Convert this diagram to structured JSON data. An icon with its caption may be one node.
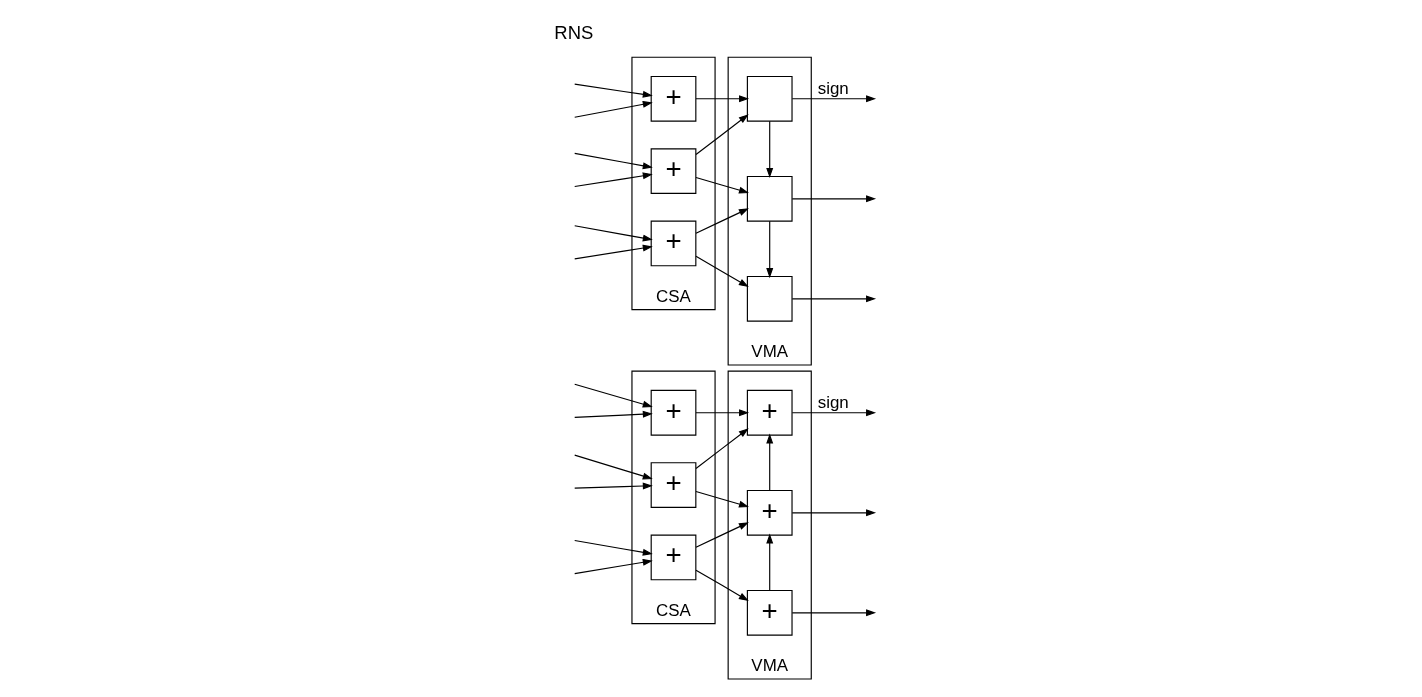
{
  "diagram": {
    "nodes": [
      {
        "text": [
          "CSA"
        ]
      },
      {
        "text": [
          "VMA"
        ]
      },
      {
        "text": [
          "+"
        ],
        "in": 0
      },
      {
        "text": [
          "+"
        ],
        "in": 0
      },
      {
        "text": [
          "+"
        ],
        "in": 0
      },
      {
        "text": [
          "+"
        ],
        "in": 1
      },
      {
        "text": [
          "+"
        ],
        "in": 1
      },
      {
        "text": [
          "+"
        ],
        "in": 1
      },
      {
        "text": [
          "CSA"
        ]
      },
      {
        "text": [
          "VMA"
        ]
      },
      {
        "text": [
          "+"
        ],
        "in": 8
      },
      {
        "text": [
          "+"
        ],
        "in": 8
      },
      {
        "text": [
          "+"
        ],
        "in": 8
      },
      {
        "text": [],
        "shape": "box",
        "in": 9
      },
      {
        "text": [],
        "shape": "box",
        "in": 9
      },
      {
        "text": [],
        "shape": "box",
        "in": 9
      }
    ],
    "edges": [
      {
        "from": null,
        "to": 2,
        "arrow": "to"
      },
      {
        "from": null,
        "to": 2,
        "arrow": "to"
      },
      {
        "from": null,
        "to": 3,
        "arrow": "to"
      },
      {
        "from": null,
        "to": 3,
        "arrow": "to"
      },
      {
        "from": null,
        "to": 4,
        "arrow": "to"
      },
      {
        "from": null,
        "to": 4,
        "arrow": "to"
      },
      {
        "from": 2,
        "to": 5,
        "arrow": "to"
      },
      {
        "from": 3,
        "to": 5,
        "arrow": "to"
      },
      {
        "from": 3,
        "to": 6,
        "arrow": "to"
      },
      {
        "from": 4,
        "to": 6,
        "arrow": "to"
      },
      {
        "from": 4,
        "to": 7,
        "arrow": "to"
      },
      {
        "from": 6,
        "to": 5,
        "arrow": "to"
      },
      {
        "from": 7,
        "to": 6,
        "arrow": "to"
      },
      {
        "from": 5,
        "to": null,
        "arrow": "to",
        "label": "sign"
      },
      {
        "from": 6,
        "to": null,
        "arrow": "to"
      },
      {
        "from": 7,
        "to": null,
        "arrow": "to"
      },
      {
        "from": null,
        "to": 10,
        "arrow": "to"
      },
      {
        "from": null,
        "to": 10,
        "arrow": "to"
      },
      {
        "from": null,
        "to": 11,
        "arrow": "to"
      },
      {
        "from": null,
        "to": 11,
        "arrow": "to"
      },
      {
        "from": null,
        "to": 12,
        "arrow": "to"
      },
      {
        "from": null,
        "to": 12,
        "arrow": "to"
      },
      {
        "from": 10,
        "to": 13,
        "arrow": "to"
      },
      {
        "from": 11,
        "to": 13,
        "arrow": "to"
      },
      {
        "from": 11,
        "to": 14,
        "arrow": "to"
      },
      {
        "from": 12,
        "to": 14,
        "arrow": "to"
      },
      {
        "from": 12,
        "to": 15,
        "arrow": "to"
      },
      {
        "from": 13,
        "to": 14,
        "arrow": "to"
      },
      {
        "from": 14,
        "to": 15,
        "arrow": "to"
      },
      {
        "from": 13,
        "to": null,
        "arrow": "to",
        "label": "sign"
      },
      {
        "from": 14,
        "to": null,
        "arrow": "to"
      },
      {
        "from": 15,
        "to": null,
        "arrow": "to"
      }
    ],
    "labels": [
      "RNS"
    ]
  }
}
